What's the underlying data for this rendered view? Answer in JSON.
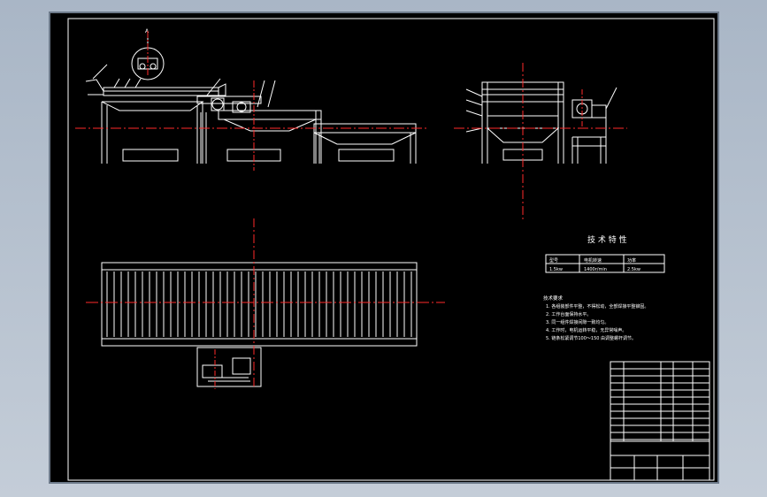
{
  "tech_title": "技 术 特 性",
  "spec_table": {
    "headers": [
      "型号",
      "电机转速",
      "功率"
    ],
    "row": [
      "1.5kw",
      "1400r/min",
      "2.5kw"
    ]
  },
  "tech_req": {
    "title": "技术要求",
    "items": [
      "1. 各组装部件平整，不得松动，全部焊接平整铆固。",
      "2. 工作台面保持水平。",
      "3. 同一组件焊接间隙一致均匀。",
      "4. 工作时，电机运转平稳，无异常噪声。",
      "5. 链条松紧调节100～150  由调整螺杆调节。"
    ]
  },
  "view_label": "A",
  "colors": {
    "line": "#ffffff",
    "center": "#ff2a2a",
    "background": "#000000"
  }
}
